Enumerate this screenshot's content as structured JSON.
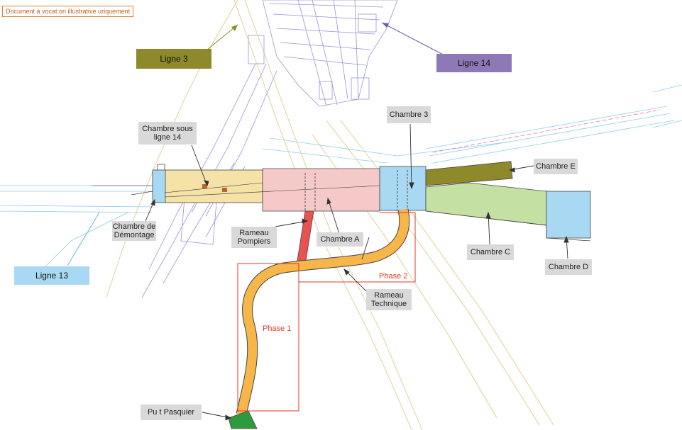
{
  "disclaimer": "Document à vocat on illustrative uriquement",
  "lines": {
    "ligne3": {
      "label": "Ligne 3",
      "color": "#8e8a2c"
    },
    "ligne14": {
      "label": "Ligne 14",
      "color": "#8e79b6"
    },
    "ligne13": {
      "label": "Ligne 13",
      "color": "#a9d9f2"
    }
  },
  "chambers": {
    "sous_ligne14": "Chambre sous ligne 14",
    "demontage": "Chambre de Démontage",
    "a": "Chambre A",
    "b": "Chambre 3",
    "c": "Chambre C",
    "d": "Chambre D",
    "e": "Chambre E"
  },
  "branches": {
    "pompiers": "Rameau Pompiers",
    "technique": "Rameau Technique"
  },
  "phases": {
    "phase1": "Phase 1",
    "phase2": "Phase 2"
  },
  "shaft": "Pu t Pasquier",
  "colors": {
    "yellow_zone": "#f4e2a6",
    "pink_zone": "#f6c9c9",
    "blue_zone": "#a9d9f2",
    "green_zone": "#c5e0a3",
    "olive_zone": "#8e8a2c",
    "orange_branch": "#f6b64a",
    "red_branch": "#e8534f",
    "shaft_green": "#2e9a3e",
    "phase_red": "#e8342a"
  }
}
